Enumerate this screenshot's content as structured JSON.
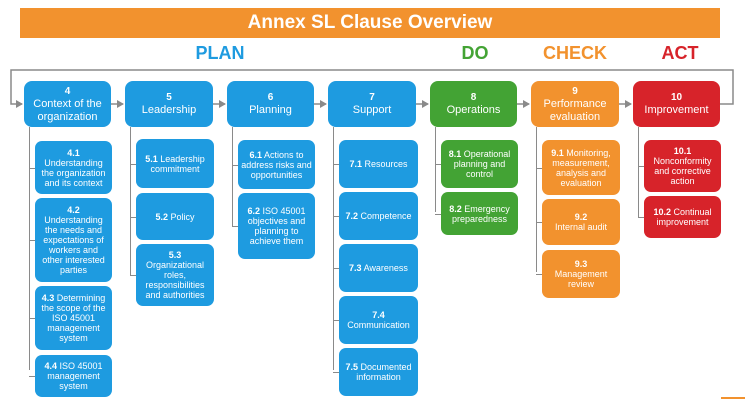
{
  "title": "Annex SL Clause Overview",
  "phases": {
    "plan": "PLAN",
    "do": "DO",
    "check": "CHECK",
    "act": "ACT"
  },
  "colors": {
    "plan": "#1e9be0",
    "do": "#43a334",
    "check": "#f2922e",
    "act": "#d7232a",
    "title_bar": "#f2922e"
  },
  "clauses": [
    {
      "num": "4",
      "title": "Context of the organization",
      "color": "blue",
      "subs": [
        {
          "num": "4.1",
          "text": "Understanding the organization and its context"
        },
        {
          "num": "4.2",
          "text": "Understanding the needs and expectations of workers and other interested parties"
        },
        {
          "num": "4.3",
          "text": "Determining the scope of the ISO 45001 management system"
        },
        {
          "num": "4.4",
          "text": "ISO 45001 management system"
        }
      ]
    },
    {
      "num": "5",
      "title": "Leadership",
      "color": "blue",
      "subs": [
        {
          "num": "5.1",
          "text": "Leadership commitment"
        },
        {
          "num": "5.2",
          "text": "Policy"
        },
        {
          "num": "5.3",
          "text": "Organizational roles, responsibilities and authorities"
        }
      ]
    },
    {
      "num": "6",
      "title": "Planning",
      "color": "blue",
      "subs": [
        {
          "num": "6.1",
          "text": "Actions to address risks and opportunities"
        },
        {
          "num": "6.2",
          "text": "ISO 45001 objectives and planning to achieve them"
        }
      ]
    },
    {
      "num": "7",
      "title": "Support",
      "color": "blue",
      "subs": [
        {
          "num": "7.1",
          "text": "Resources"
        },
        {
          "num": "7.2",
          "text": "Competence"
        },
        {
          "num": "7.3",
          "text": "Awareness"
        },
        {
          "num": "7.4",
          "text": "Communication"
        },
        {
          "num": "7.5",
          "text": "Documented information"
        }
      ]
    },
    {
      "num": "8",
      "title": "Operations",
      "color": "green",
      "subs": [
        {
          "num": "8.1",
          "text": "Operational planning and control"
        },
        {
          "num": "8.2",
          "text": "Emergency preparedness"
        }
      ]
    },
    {
      "num": "9",
      "title": "Performance evaluation",
      "color": "orange",
      "subs": [
        {
          "num": "9.1",
          "text": "Monitoring, measurement, analysis and evaluation"
        },
        {
          "num": "9.2",
          "text": "Internal audit"
        },
        {
          "num": "9.3",
          "text": "Management review"
        }
      ]
    },
    {
      "num": "10",
      "title": "Improvement",
      "color": "red",
      "subs": [
        {
          "num": "10.1",
          "text": "Nonconformity and corrective action"
        },
        {
          "num": "10.2",
          "text": "Continual improvement"
        }
      ]
    }
  ]
}
